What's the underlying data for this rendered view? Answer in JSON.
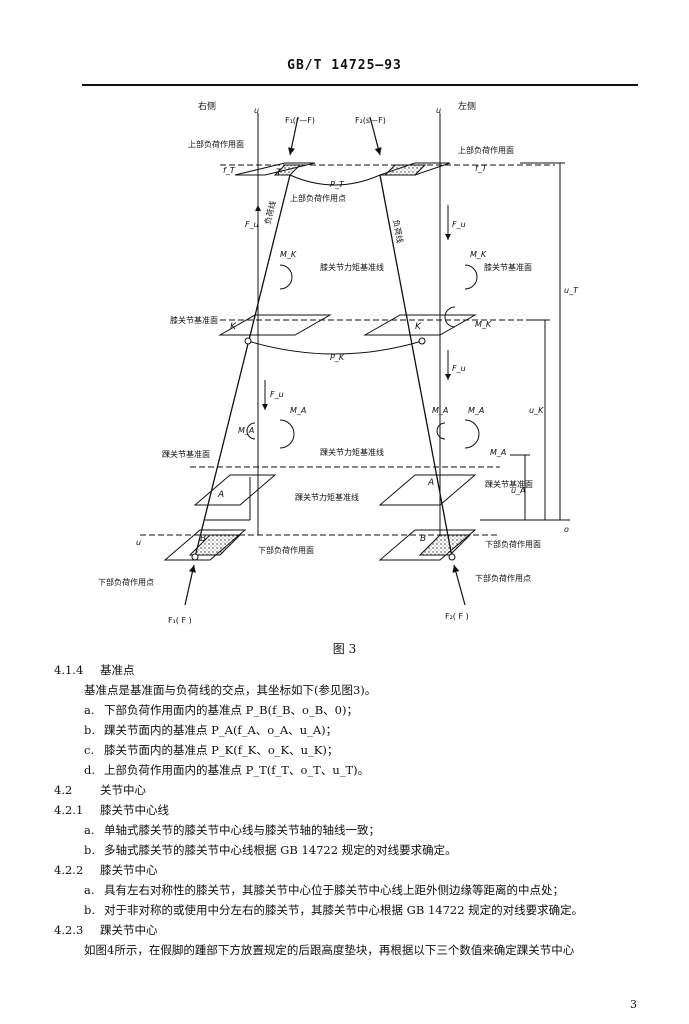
{
  "header": {
    "code": "GB/T 14725—93"
  },
  "figure": {
    "caption": "图 3",
    "labels": {
      "side_right": "右侧",
      "side_left": "左侧",
      "force_top_left": "F₁(r—F)",
      "force_top_right": "F₂(s—F)",
      "upper_load_plane_left": "上部负荷作用面",
      "upper_load_plane_right": "上部负荷作用面",
      "upper_load_point": "上部负荷作用点",
      "load_line_left": "负荷线",
      "load_line_right": "负荷线",
      "knee_moment_line": "膝关节力矩基准线",
      "knee_ref_plane_left": "膝关节基准面",
      "knee_ref_plane_right": "膝关节基准面",
      "ankle_moment_line": "踝关节力矩基准线",
      "ankle_moment_line2": "踝关节力矩基准线",
      "ankle_ref_plane_left": "踝关节基准面",
      "ankle_ref_plane_right": "踝关节基准面",
      "lower_load_plane_left": "下部负荷作用面",
      "lower_load_plane_right": "下部负荷作用面",
      "lower_load_point_left": "下部负荷作用点",
      "lower_load_point_right": "下部负荷作用点",
      "force_bottom_left": "F₁( F )",
      "force_bottom_right": "F₂( F )",
      "dim_ut": "u_T",
      "dim_uk": "u_K",
      "dim_ua": "u_A",
      "letter_K": "K",
      "letter_A": "A",
      "letter_B": "B",
      "letter_T": "T"
    }
  },
  "text": {
    "s414_num": "4.1.4",
    "s414_title": "基准点",
    "s414_intro": "基准点是基准面与负荷线的交点，其坐标如下(参见图3)。",
    "s414_items": [
      {
        "mark": "a.",
        "text": "下部负荷作用面内的基准点 P_B(f_B、o_B、0)；"
      },
      {
        "mark": "b.",
        "text": "踝关节面内的基准点 P_A(f_A、o_A、u_A)；"
      },
      {
        "mark": "c.",
        "text": "膝关节面内的基准点 P_K(f_K、o_K、u_K)；"
      },
      {
        "mark": "d.",
        "text": "上部负荷作用面内的基准点 P_T(f_T、o_T、u_T)。"
      }
    ],
    "s42_num": "4.2",
    "s42_title": "关节中心",
    "s421_num": "4.2.1",
    "s421_title": "膝关节中心线",
    "s421_items": [
      {
        "mark": "a.",
        "text": "单轴式膝关节的膝关节中心线与膝关节轴的轴线一致；"
      },
      {
        "mark": "b.",
        "text": "多轴式膝关节的膝关节中心线根据 GB 14722 规定的对线要求确定。"
      }
    ],
    "s422_num": "4.2.2",
    "s422_title": "膝关节中心",
    "s422_items": [
      {
        "mark": "a.",
        "text": "具有左右对称性的膝关节，其膝关节中心位于膝关节中心线上距外侧边缘等距离的中点处；"
      },
      {
        "mark": "b.",
        "text": "对于非对称的或使用中分左右的膝关节，其膝关节中心根据 GB 14722 规定的对线要求确定。"
      }
    ],
    "s423_num": "4.2.3",
    "s423_title": "踝关节中心",
    "s423_para": "如图4所示，在假脚的踵部下方放置规定的后跟高度垫块，再根据以下三个数值来确定踝关节中心"
  },
  "page_number": "3"
}
